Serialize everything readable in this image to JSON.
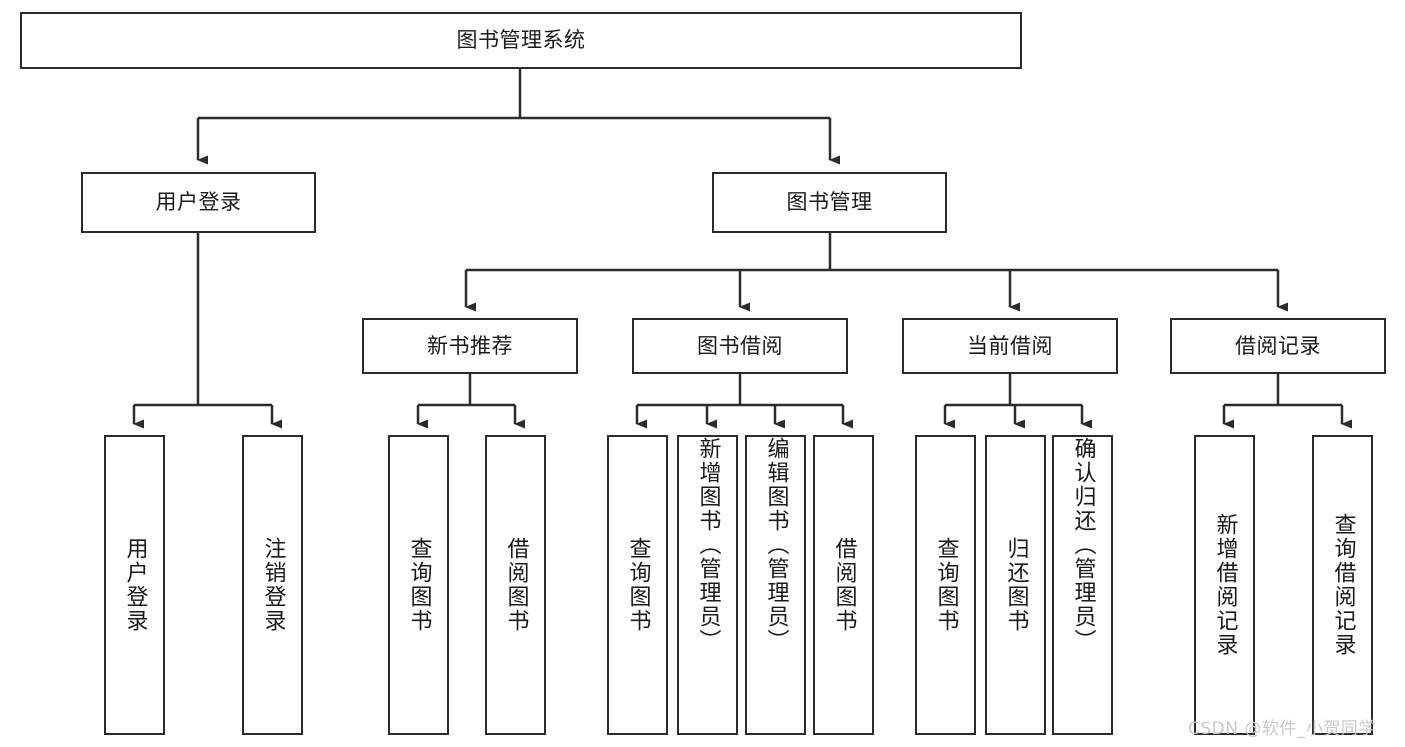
{
  "diagram": {
    "title": "图书管理系统",
    "type": "tree-hierarchy",
    "nodes": {
      "root": {
        "label": "图书管理系统"
      },
      "level2": [
        {
          "id": "user-login",
          "label": "用户登录"
        },
        {
          "id": "book-manage",
          "label": "图书管理"
        }
      ],
      "level3": [
        {
          "id": "new-book-recommend",
          "label": "新书推荐"
        },
        {
          "id": "book-borrow",
          "label": "图书借阅"
        },
        {
          "id": "current-borrow",
          "label": "当前借阅"
        },
        {
          "id": "borrow-record",
          "label": "借阅记录"
        }
      ],
      "leaves": {
        "user-login": [
          {
            "id": "leaf-user-login",
            "label": "用户登录"
          },
          {
            "id": "leaf-logout",
            "label": "注销登录"
          }
        ],
        "new-book-recommend": [
          {
            "id": "leaf-query-book-1",
            "label": "查询图书"
          },
          {
            "id": "leaf-borrow-book-1",
            "label": "借阅图书"
          }
        ],
        "book-borrow": [
          {
            "id": "leaf-query-book-2",
            "label": "查询图书"
          },
          {
            "id": "leaf-add-book",
            "label": "新增图书（管理员）"
          },
          {
            "id": "leaf-edit-book",
            "label": "编辑图书（管理员）"
          },
          {
            "id": "leaf-borrow-book-2",
            "label": "借阅图书"
          }
        ],
        "current-borrow": [
          {
            "id": "leaf-query-book-3",
            "label": "查询图书"
          },
          {
            "id": "leaf-return-book",
            "label": "归还图书"
          },
          {
            "id": "leaf-confirm-return",
            "label": "确认归还（管理员）"
          }
        ],
        "borrow-record": [
          {
            "id": "leaf-add-record",
            "label": "新增借阅记录"
          },
          {
            "id": "leaf-query-record",
            "label": "查询借阅记录"
          }
        ]
      }
    },
    "colors": {
      "border": "#2b2b2b",
      "text": "#1a1a1a",
      "background": "#ffffff",
      "watermark": "#c9c9c9"
    }
  },
  "watermark": {
    "text": "CSDN @软件_小贺同学"
  }
}
